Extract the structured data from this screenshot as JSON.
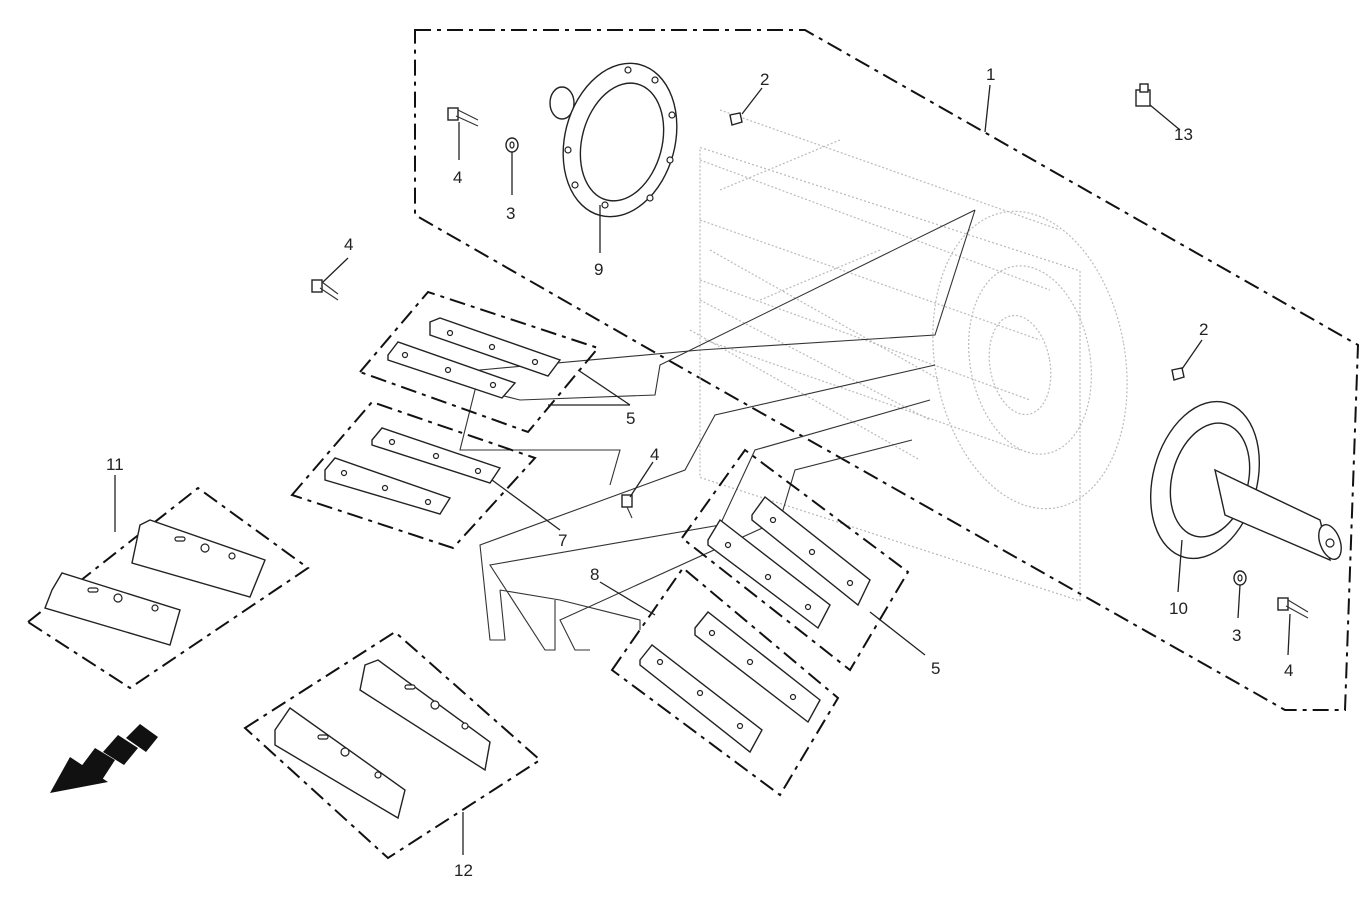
{
  "callouts": {
    "c1": "1",
    "c2a": "2",
    "c2b": "2",
    "c3a": "3",
    "c3b": "3",
    "c4a": "4",
    "c4b": "4",
    "c4c": "4",
    "c4d": "4",
    "c5a": "5",
    "c5b": "5",
    "c7": "7",
    "c8": "8",
    "c9": "9",
    "c10": "10",
    "c11": "11",
    "c12": "12",
    "c13": "13"
  },
  "icons": {
    "direction_arrow": "direction-arrow-icon"
  },
  "colors": {
    "line": "#222222",
    "ghost": "#bbbbbb",
    "background": "#ffffff"
  }
}
